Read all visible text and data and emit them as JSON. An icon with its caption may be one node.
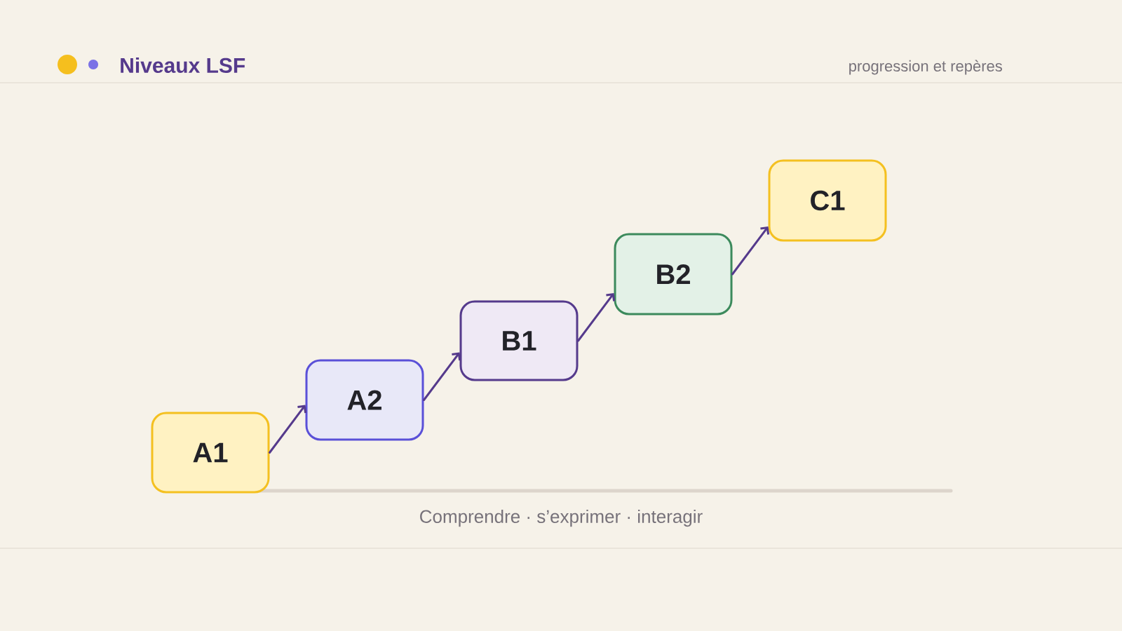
{
  "diagram": {
    "title": "Niveaux LSF",
    "caption": "Comprendre · s’exprimer · interagir",
    "nodes": [
      {
        "text": [
          "A1"
        ]
      },
      {
        "text": [
          "A2"
        ]
      },
      {
        "text": [
          "B1"
        ]
      },
      {
        "text": [
          "B2"
        ]
      },
      {
        "text": [
          "C1"
        ]
      }
    ],
    "edges": [
      {
        "from": 0,
        "to": 1,
        "arrow": "to"
      },
      {
        "from": 1,
        "to": 2,
        "arrow": "to"
      },
      {
        "from": 2,
        "to": 3,
        "arrow": "to"
      },
      {
        "from": 3,
        "to": 4,
        "arrow": "to"
      }
    ],
    "labels": [
      "progression et repères"
    ]
  }
}
